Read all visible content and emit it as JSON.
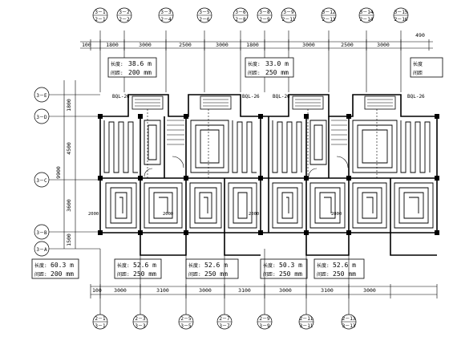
{
  "top_axis": {
    "bubbles": [
      {
        "a": "3－1",
        "b": "2－1"
      },
      {
        "a": "3－2",
        "b": "2－2"
      },
      {
        "a": "3－3",
        "b": "2－4"
      },
      {
        "a": "3－5",
        "b": "2－6"
      },
      {
        "a": "3－6",
        "b": "2－8"
      },
      {
        "a": "3－8",
        "b": "2－9"
      },
      {
        "a": "3－9",
        "b": "2－11"
      },
      {
        "a": "3－12",
        "b": "2－13"
      },
      {
        "a": "3－14",
        "b": "2－14"
      },
      {
        "a": "3－15",
        "b": "2－16"
      }
    ],
    "dims": [
      "100",
      "1800",
      "3000",
      "2500",
      "3000",
      "1800",
      "3000",
      "2500",
      "3000",
      "490"
    ]
  },
  "bottom_axis": {
    "dims": [
      "100",
      "3000",
      "3100",
      "3000",
      "3100",
      "3000",
      "3100",
      "3000"
    ],
    "bubbles": [
      {
        "a": "2－1",
        "b": "3－1"
      },
      {
        "a": "2－3",
        "b": "3－3"
      },
      {
        "a": "2－5",
        "b": "3－5"
      },
      {
        "a": "2－7",
        "b": "3－7"
      },
      {
        "a": "2－9",
        "b": "3－9"
      },
      {
        "a": "2－11",
        "b": "3－11"
      },
      {
        "a": "2－13",
        "b": "3－13"
      }
    ]
  },
  "left_axis": {
    "bubbles": [
      "3－E",
      "3－D",
      "3－C",
      "3－B",
      "3－A"
    ],
    "dims": [
      "1800",
      "4500",
      "9900",
      "3600",
      "1500"
    ]
  },
  "top_labels": [
    {
      "length_label": "长度:",
      "length": "38.6 m",
      "spacing_label": "间距:",
      "spacing": "200 mm"
    },
    {
      "length_label": "长度:",
      "length": "33.0 m",
      "spacing_label": "间距:",
      "spacing": "250 mm"
    },
    {
      "length_label": "长度",
      "length": "",
      "spacing_label": "间距",
      "spacing": ""
    }
  ],
  "bottom_labels": [
    {
      "length_label": "长度:",
      "length": "60.3 m",
      "spacing_label": "间距:",
      "spacing": "200 mm"
    },
    {
      "length_label": "长度:",
      "length": "52.6 m",
      "spacing_label": "间距:",
      "spacing": "250 mm"
    },
    {
      "length_label": "长度:",
      "length": "52.6 m",
      "spacing_label": "间距:",
      "spacing": "250 mm"
    },
    {
      "length_label": "长度:",
      "length": "50.3 m",
      "spacing_label": "间距:",
      "spacing": "250 mm"
    },
    {
      "length_label": "长度:",
      "length": "52.6 m",
      "spacing_label": "间距:",
      "spacing": "250 mm"
    }
  ],
  "manifold_tags": [
    "BQL-26",
    "BQL-26",
    "BQL-26",
    "BQL-26"
  ],
  "room_dims": [
    "2000",
    "2000",
    "2000",
    "2000"
  ]
}
